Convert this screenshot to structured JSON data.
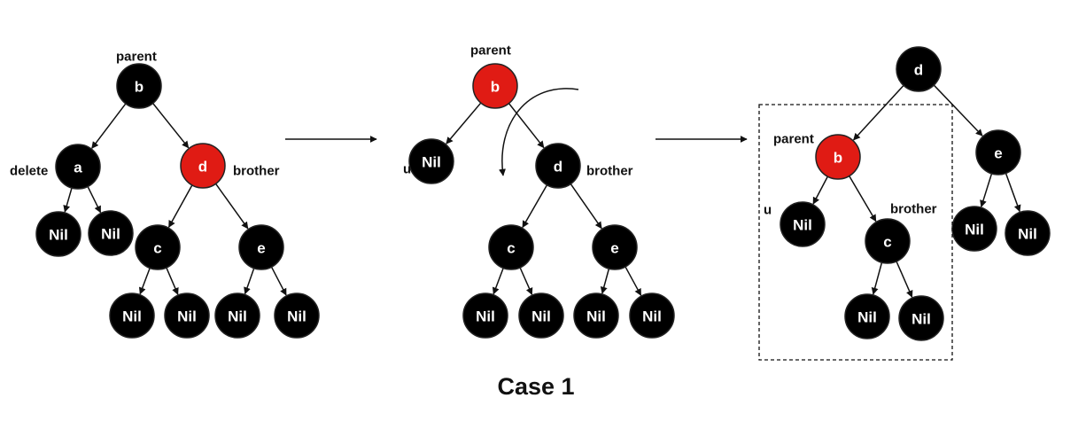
{
  "colors": {
    "black_node": "#000000",
    "red_node": "#e01b14",
    "line": "#111111"
  },
  "trees": [
    {
      "id": "before",
      "nodes": [
        {
          "key": "b",
          "text": "b",
          "color": "black"
        },
        {
          "key": "a",
          "text": "a",
          "color": "black"
        },
        {
          "key": "d",
          "text": "d",
          "color": "red"
        },
        {
          "key": "n1",
          "text": "Nil",
          "color": "black"
        },
        {
          "key": "n2",
          "text": "Nil",
          "color": "black"
        },
        {
          "key": "c",
          "text": "c",
          "color": "black"
        },
        {
          "key": "e",
          "text": "e",
          "color": "black"
        },
        {
          "key": "n3",
          "text": "Nil",
          "color": "black"
        },
        {
          "key": "n4",
          "text": "Nil",
          "color": "black"
        },
        {
          "key": "n5",
          "text": "Nil",
          "color": "black"
        },
        {
          "key": "n6",
          "text": "Nil",
          "color": "black"
        }
      ],
      "edges": [
        [
          "b",
          "a"
        ],
        [
          "b",
          "d"
        ],
        [
          "a",
          "n1"
        ],
        [
          "a",
          "n2"
        ],
        [
          "d",
          "c"
        ],
        [
          "d",
          "e"
        ],
        [
          "c",
          "n3"
        ],
        [
          "c",
          "n4"
        ],
        [
          "e",
          "n5"
        ],
        [
          "e",
          "n6"
        ]
      ],
      "labels": [
        {
          "key": "parent",
          "text": "parent"
        },
        {
          "key": "delete",
          "text": "delete"
        },
        {
          "key": "brother",
          "text": "brother"
        }
      ]
    },
    {
      "id": "recolored",
      "nodes": [
        {
          "key": "b",
          "text": "b",
          "color": "red"
        },
        {
          "key": "u",
          "text": "Nil",
          "color": "black"
        },
        {
          "key": "d",
          "text": "d",
          "color": "black"
        },
        {
          "key": "c",
          "text": "c",
          "color": "black"
        },
        {
          "key": "e",
          "text": "e",
          "color": "black"
        },
        {
          "key": "n3",
          "text": "Nil",
          "color": "black"
        },
        {
          "key": "n4",
          "text": "Nil",
          "color": "black"
        },
        {
          "key": "n5",
          "text": "Nil",
          "color": "black"
        },
        {
          "key": "n6",
          "text": "Nil",
          "color": "black"
        }
      ],
      "edges": [
        [
          "b",
          "u"
        ],
        [
          "b",
          "d"
        ],
        [
          "d",
          "c"
        ],
        [
          "d",
          "e"
        ],
        [
          "c",
          "n3"
        ],
        [
          "c",
          "n4"
        ],
        [
          "e",
          "n5"
        ],
        [
          "e",
          "n6"
        ]
      ],
      "labels": [
        {
          "key": "parent",
          "text": "parent"
        },
        {
          "key": "u",
          "text": "u"
        },
        {
          "key": "brother",
          "text": "brother"
        }
      ]
    },
    {
      "id": "rotated",
      "nodes": [
        {
          "key": "d",
          "text": "d",
          "color": "black"
        },
        {
          "key": "b",
          "text": "b",
          "color": "red"
        },
        {
          "key": "e",
          "text": "e",
          "color": "black"
        },
        {
          "key": "u",
          "text": "Nil",
          "color": "black"
        },
        {
          "key": "c",
          "text": "c",
          "color": "black"
        },
        {
          "key": "n5",
          "text": "Nil",
          "color": "black"
        },
        {
          "key": "n6",
          "text": "Nil",
          "color": "black"
        },
        {
          "key": "n3",
          "text": "Nil",
          "color": "black"
        },
        {
          "key": "n4",
          "text": "Nil",
          "color": "black"
        }
      ],
      "edges": [
        [
          "d",
          "b"
        ],
        [
          "d",
          "e"
        ],
        [
          "b",
          "u"
        ],
        [
          "b",
          "c"
        ],
        [
          "e",
          "n5"
        ],
        [
          "e",
          "n6"
        ],
        [
          "c",
          "n3"
        ],
        [
          "c",
          "n4"
        ]
      ],
      "labels": [
        {
          "key": "parent",
          "text": "parent"
        },
        {
          "key": "u",
          "text": "u"
        },
        {
          "key": "brother",
          "text": "brother"
        }
      ]
    }
  ],
  "caption": "Case 1"
}
